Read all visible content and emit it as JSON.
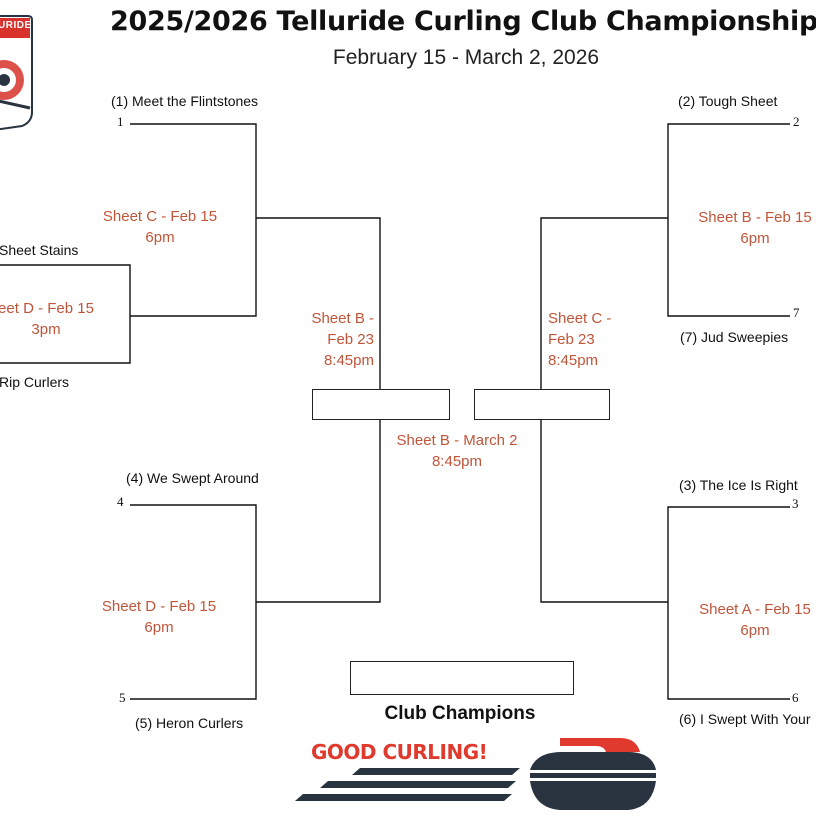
{
  "header": {
    "title": "2025/2026 Telluride Curling Club Championship",
    "subtitle": "February 15 - March 2, 2026",
    "logo_text": "URIDE"
  },
  "teams": {
    "t1": "(1)  Meet the Flintstones",
    "t2": "(2) Tough Sheet",
    "t8": "Sheet Stains",
    "t9": "Rip Curlers",
    "t7": "(7) Jud Sweepies",
    "t4": "(4) We Swept Around",
    "t3": "(3) The Ice Is Right",
    "t5": "(5) Heron Curlers",
    "t6": "(6) I Swept With Your"
  },
  "seeds": {
    "s1": "1",
    "s2": "2",
    "s7": "7",
    "s4": "4",
    "s3": "3",
    "s5": "5",
    "s6": "6"
  },
  "games": {
    "g_c15": [
      "Sheet C - Feb 15",
      "6pm"
    ],
    "g_d15_3pm": [
      "eet D - Feb 15",
      "3pm"
    ],
    "g_b15": [
      "Sheet B - Feb 15",
      "6pm"
    ],
    "g_b23": [
      "Sheet B -",
      "Feb 23",
      "8:45pm"
    ],
    "g_c23": [
      "Sheet C -",
      "Feb 23",
      "8:45pm"
    ],
    "g_final": [
      "Sheet B - March 2",
      "8:45pm"
    ],
    "g_d15_6pm": [
      "Sheet D - Feb 15",
      "6pm"
    ],
    "g_a15": [
      "Sheet A - Feb 15",
      "6pm"
    ]
  },
  "champions_label": "Club Champions",
  "footer": {
    "slogan": "GOOD CURLING!"
  },
  "colors": {
    "game_text": "#c0553a",
    "slogan": "#e03a2f",
    "navy": "#2a3340",
    "logo_red": "#d7322b"
  }
}
